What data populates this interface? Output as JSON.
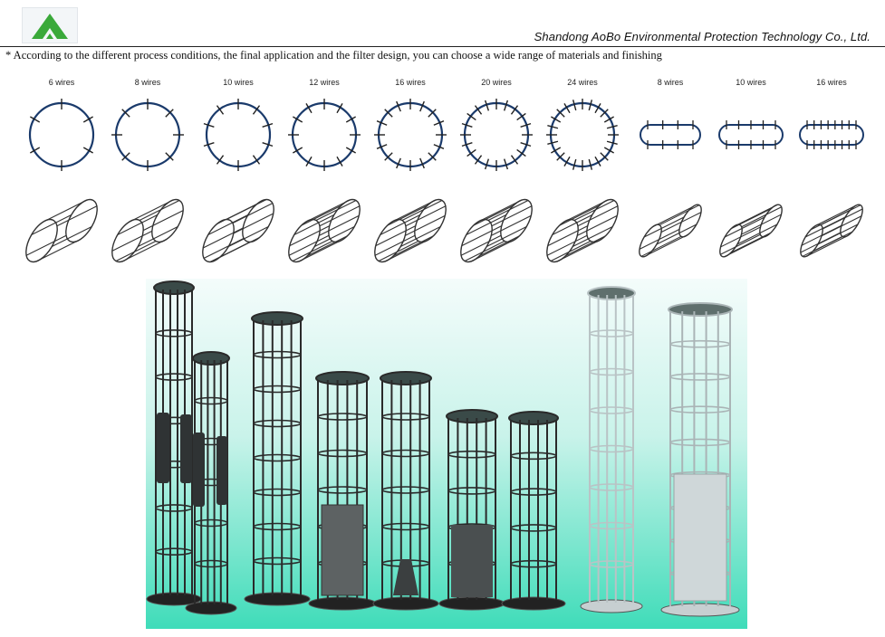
{
  "header": {
    "company": "Shandong AoBo Environmental Protection Technology Co., Ltd.",
    "logo_icon": "triangle-mountain-logo-icon"
  },
  "note": "* According to the different process conditions, the final application and the filter design, you can choose a wide range of materials and finishing",
  "cages": [
    {
      "label": "6 wires",
      "wires": 6,
      "shape": "round"
    },
    {
      "label": "8 wires",
      "wires": 8,
      "shape": "round"
    },
    {
      "label": "10 wires",
      "wires": 10,
      "shape": "round"
    },
    {
      "label": "12 wires",
      "wires": 12,
      "shape": "round"
    },
    {
      "label": "16 wires",
      "wires": 16,
      "shape": "round"
    },
    {
      "label": "20 wires",
      "wires": 20,
      "shape": "round"
    },
    {
      "label": "24 wires",
      "wires": 24,
      "shape": "round"
    },
    {
      "label": "8 wires",
      "wires": 8,
      "shape": "flat"
    },
    {
      "label": "10 wires",
      "wires": 10,
      "shape": "flat"
    },
    {
      "label": "16 wires",
      "wires": 16,
      "shape": "flat"
    }
  ],
  "colors": {
    "accent_green": "#3aa93a",
    "ring_blue": "#1a3a6b",
    "photo_bg_top": "#f2fbfa",
    "photo_bg_bottom": "#48e0bf"
  }
}
